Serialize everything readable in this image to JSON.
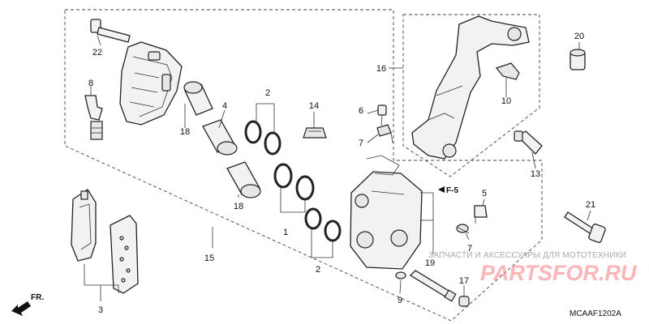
{
  "diagram": {
    "labels": {
      "p1": "1",
      "p2a": "2",
      "p2b": "2",
      "p3": "3",
      "p4": "4",
      "p5": "5",
      "p6": "6",
      "p7a": "7",
      "p7b": "7",
      "p8": "8",
      "p9": "9",
      "p10": "10",
      "p13": "13",
      "p14": "14",
      "p15": "15",
      "p16": "16",
      "p17": "17",
      "p18a": "18",
      "p18b": "18",
      "p19": "19",
      "p20": "20",
      "p21": "21",
      "p22": "22"
    },
    "ref_mark": "F-5",
    "direction_label": "FR.",
    "diagram_code": "MCAAF1202A"
  },
  "watermark": {
    "text": "ЗАПЧАСТИ И АКСЕССУАРЫ ДЛЯ МОТОТЕХНИКИ",
    "logo": "PARTSFOR.RU"
  }
}
